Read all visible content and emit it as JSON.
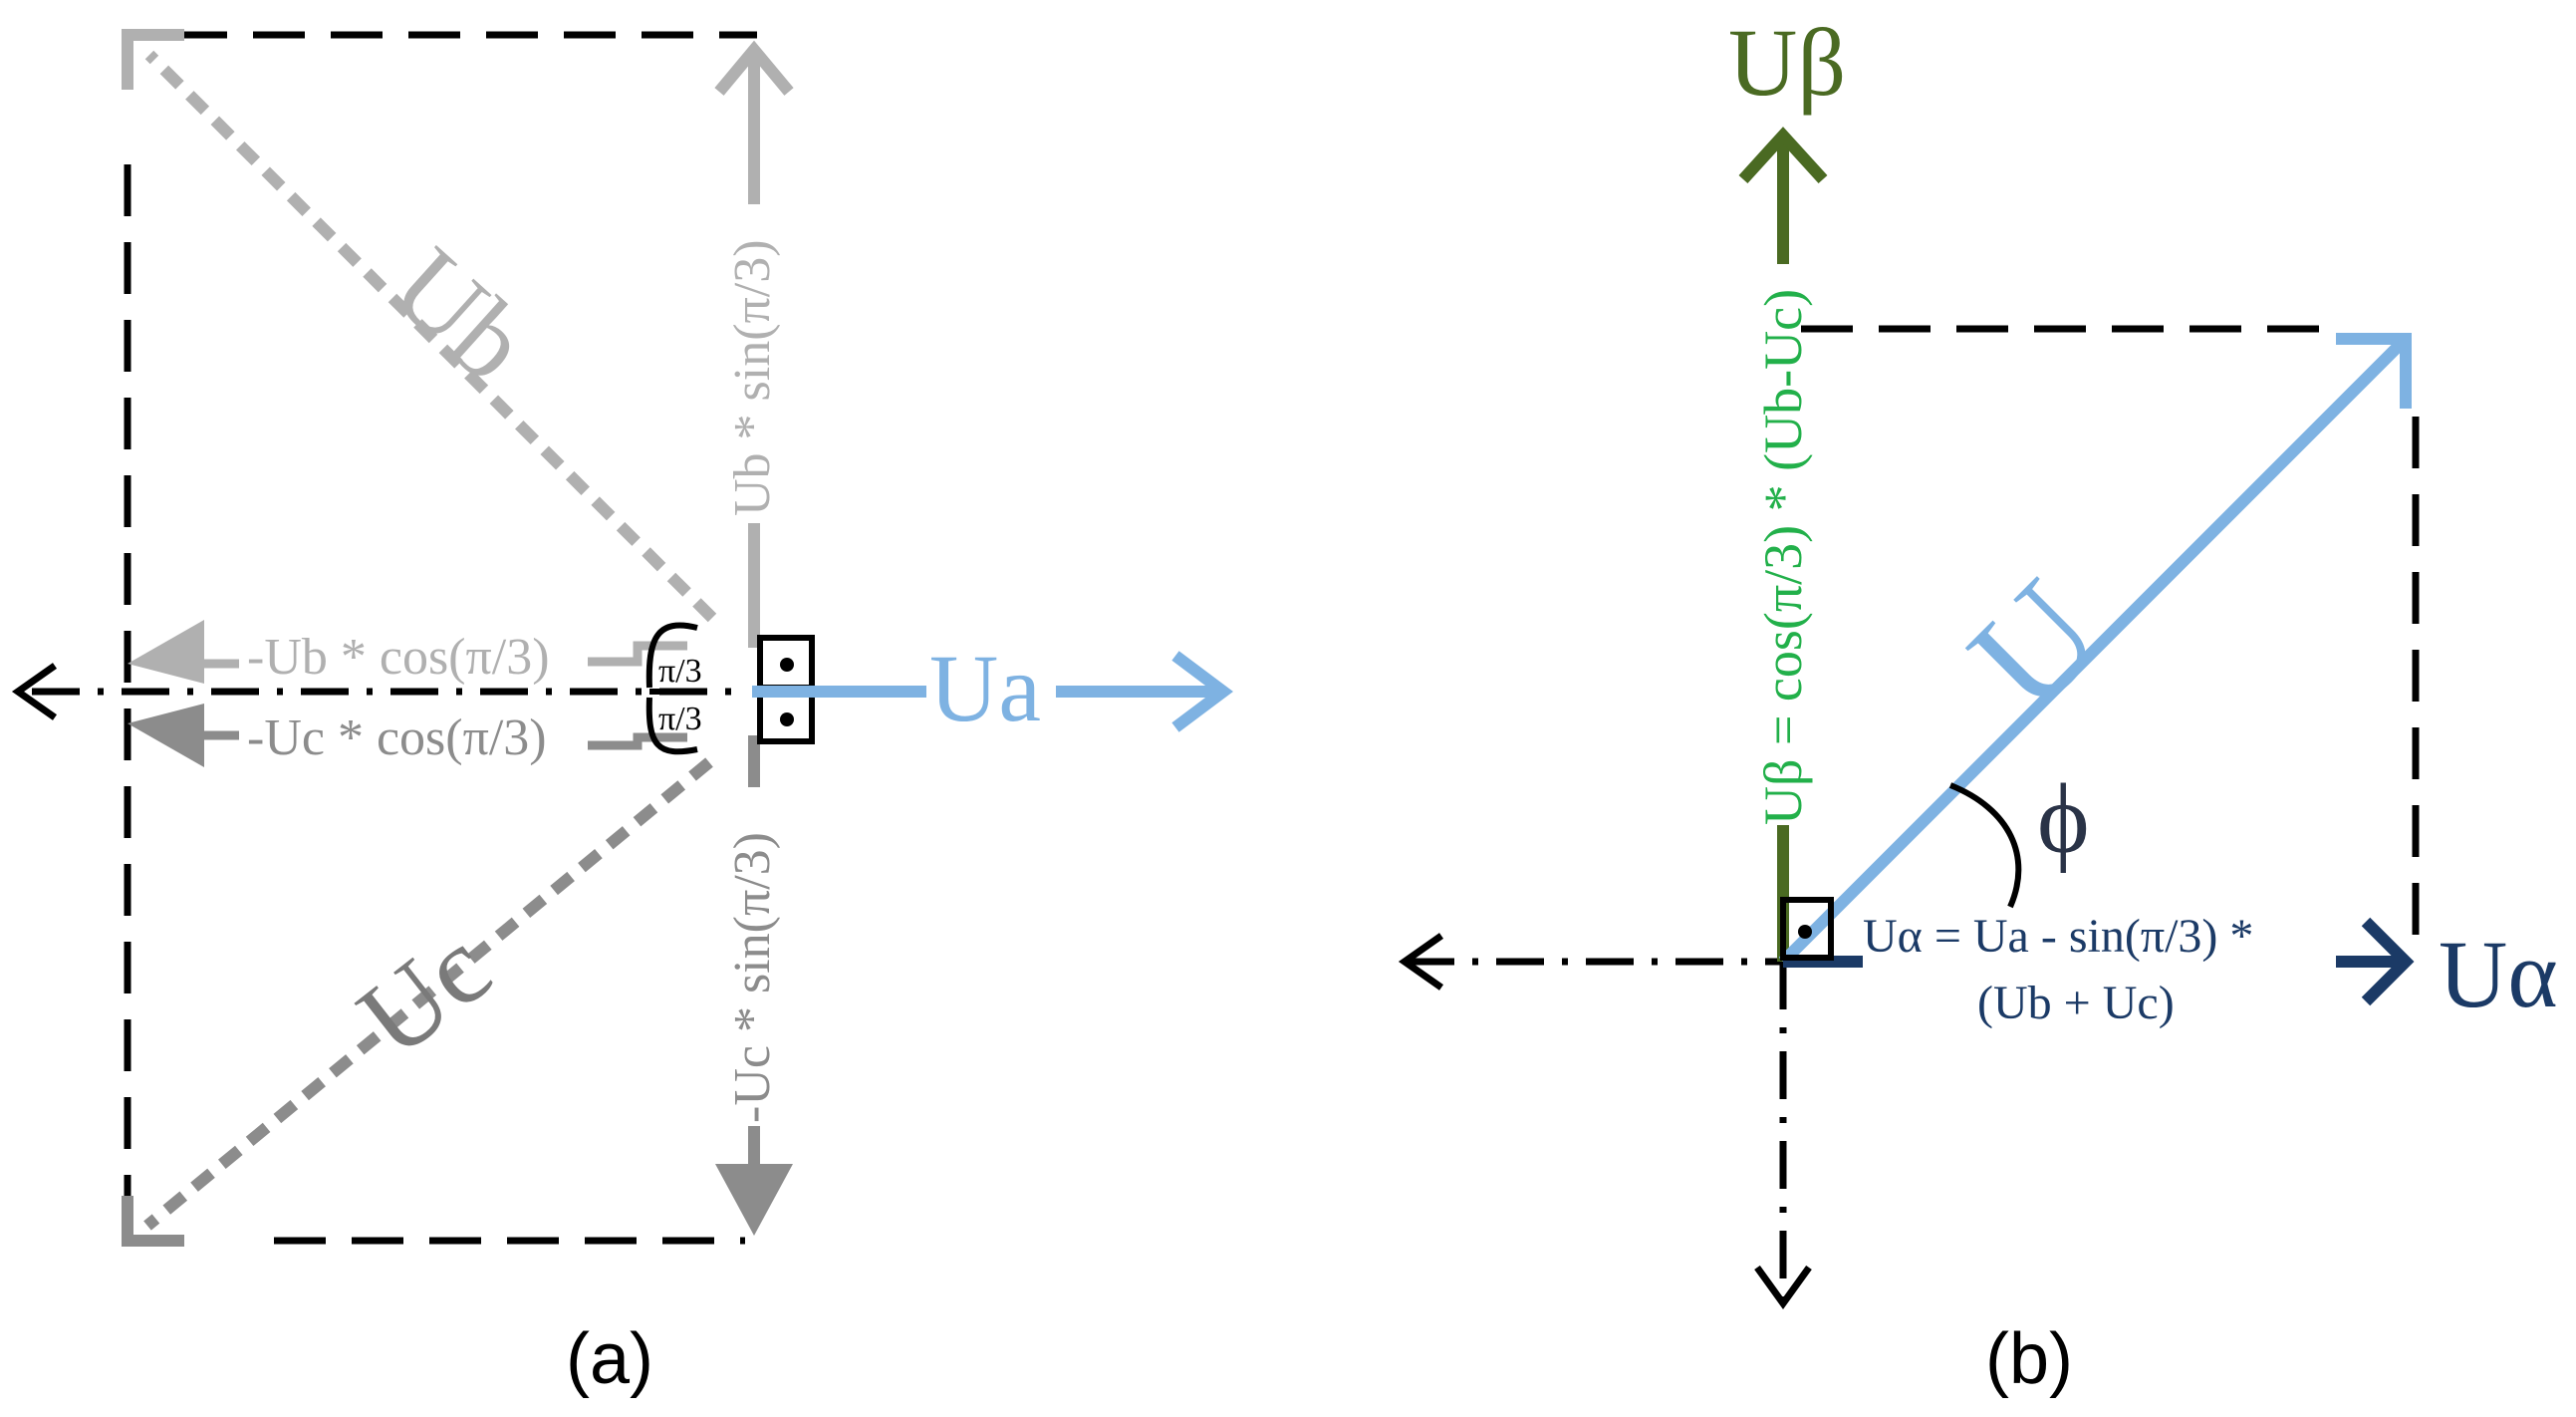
{
  "panel_a": {
    "caption": "(a)",
    "labels": {
      "ub": "Ub",
      "uc": "Uc",
      "ua": "Ua",
      "ub_sin": "Ub * sin(π/3)",
      "uc_sin": "-Uc * sin(π/3)",
      "ub_cos": "-Ub * cos(π/3)",
      "uc_cos": "-Uc * cos(π/3)",
      "angle_top": "π/3",
      "angle_bottom": "π/3"
    }
  },
  "panel_b": {
    "caption": "(b)",
    "labels": {
      "u_beta": "Uβ",
      "u_alpha": "Uα",
      "u": "U",
      "phi": "ϕ",
      "u_beta_formula": "Uβ = cos(π/3) * (Ub-Uc)",
      "u_alpha_formula_line1": "Uα = Ua - sin(π/3) *",
      "u_alpha_formula_line2": "(Ub + Uc)"
    }
  },
  "colors": {
    "black": "#000000",
    "ub_gray": "#b0b0b0",
    "uc_gray": "#7a7a7a",
    "ua_blue": "#7eb2e2",
    "beta_green": "#4a6a22",
    "beta_formula_green": "#22b04a",
    "alpha_navy": "#1b3a66"
  }
}
